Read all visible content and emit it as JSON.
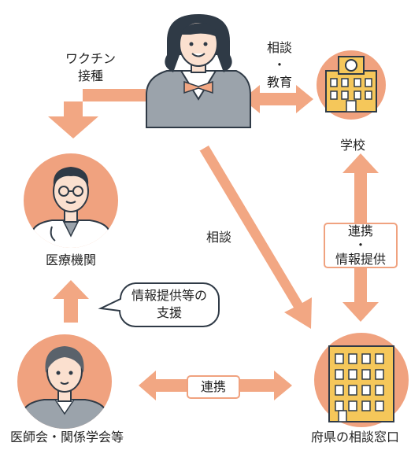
{
  "nodes": {
    "school": "学校",
    "medical": "医療機関",
    "association": "医師会・関係学会等",
    "prefecture": "府県の相談窓口"
  },
  "edges": {
    "vaccination": [
      "ワクチン",
      "接種"
    ],
    "consult_education": [
      "相談",
      "・",
      "教育"
    ],
    "consult": "相談",
    "coordination_info": [
      "連携",
      "・",
      "情報提供"
    ],
    "info_support": [
      "情報提供等の",
      "支援"
    ],
    "coordination": "連携"
  },
  "colors": {
    "arrow": "#f2a783",
    "circle": "#f0a27f",
    "outline": "#2f3a46",
    "suit": "#9ba3ab",
    "building": "#f5c75a"
  }
}
